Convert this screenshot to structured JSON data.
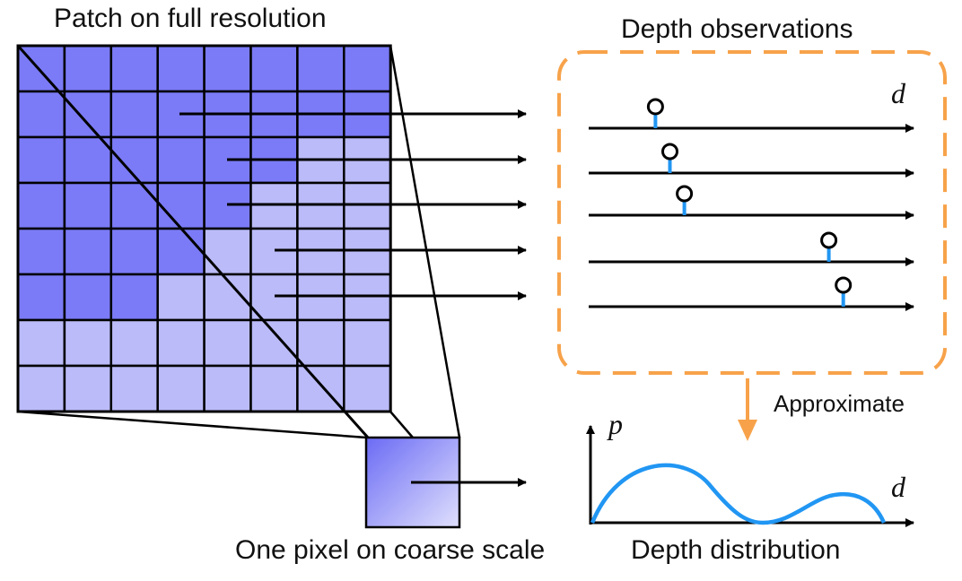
{
  "labels": {
    "patch_title": "Patch on full resolution",
    "observations_title": "Depth observations",
    "approximate": "Approximate",
    "coarse_pixel": "One pixel on coarse scale",
    "distribution": "Depth distribution",
    "axis_d": "d",
    "axis_p": "p",
    "axis_d2": "d"
  },
  "colors": {
    "dark_cell": "#7B7BF7",
    "light_cell": "#BBBBF9",
    "dashed_box": "#F7A24A",
    "stem": "#2196F3",
    "curve": "#2196F3",
    "line": "#000000"
  },
  "grid": {
    "rows": 8,
    "cols": 8,
    "dark_cells": [
      [
        1,
        1,
        1,
        1,
        1,
        1,
        1,
        1
      ],
      [
        1,
        1,
        1,
        1,
        1,
        1,
        1,
        1
      ],
      [
        1,
        1,
        1,
        1,
        1,
        1,
        0,
        0
      ],
      [
        1,
        1,
        1,
        1,
        1,
        0,
        0,
        0
      ],
      [
        1,
        1,
        1,
        1,
        0,
        0,
        0,
        0
      ],
      [
        1,
        1,
        1,
        0,
        0,
        0,
        0,
        0
      ],
      [
        0,
        0,
        0,
        0,
        0,
        0,
        0,
        0
      ],
      [
        0,
        0,
        0,
        0,
        0,
        0,
        0,
        0
      ]
    ]
  },
  "observations": [
    0.2,
    0.25,
    0.3,
    0.8,
    0.85
  ]
}
